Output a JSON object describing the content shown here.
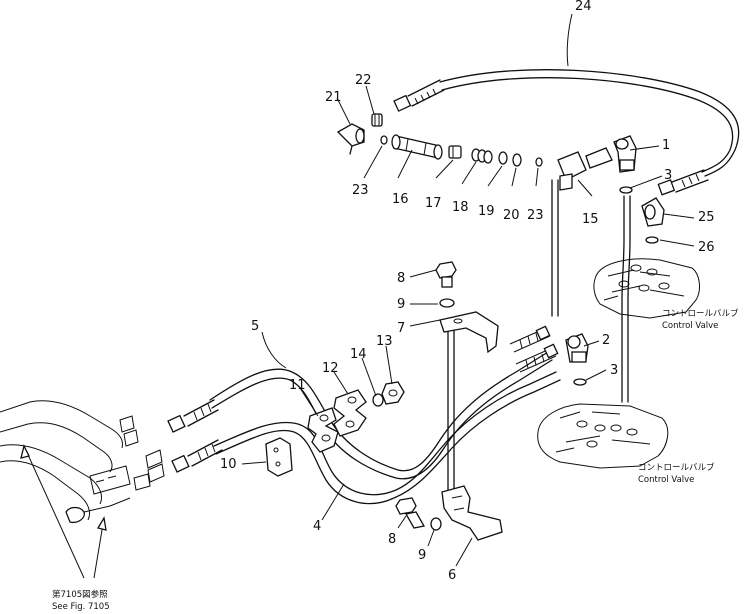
{
  "parts": [
    {
      "id": "p1",
      "label": "1"
    },
    {
      "id": "p2",
      "label": "2"
    },
    {
      "id": "p3a",
      "label": "3"
    },
    {
      "id": "p3b",
      "label": "3"
    },
    {
      "id": "p4",
      "label": "4"
    },
    {
      "id": "p5",
      "label": "5"
    },
    {
      "id": "p6",
      "label": "6"
    },
    {
      "id": "p7",
      "label": "7"
    },
    {
      "id": "p8a",
      "label": "8"
    },
    {
      "id": "p8b",
      "label": "8"
    },
    {
      "id": "p9a",
      "label": "9"
    },
    {
      "id": "p9b",
      "label": "9"
    },
    {
      "id": "p10",
      "label": "10"
    },
    {
      "id": "p11",
      "label": "11"
    },
    {
      "id": "p12",
      "label": "12"
    },
    {
      "id": "p13",
      "label": "13"
    },
    {
      "id": "p14",
      "label": "14"
    },
    {
      "id": "p15",
      "label": "15"
    },
    {
      "id": "p16",
      "label": "16"
    },
    {
      "id": "p17",
      "label": "17"
    },
    {
      "id": "p18",
      "label": "18"
    },
    {
      "id": "p19",
      "label": "19"
    },
    {
      "id": "p20",
      "label": "20"
    },
    {
      "id": "p21",
      "label": "21"
    },
    {
      "id": "p22",
      "label": "22"
    },
    {
      "id": "p23a",
      "label": "23"
    },
    {
      "id": "p23b",
      "label": "23"
    },
    {
      "id": "p24",
      "label": "24"
    },
    {
      "id": "p25",
      "label": "25"
    },
    {
      "id": "p26",
      "label": "26"
    }
  ],
  "control_valve_upper": {
    "jp": "コントロールバルブ",
    "en": "Control Valve"
  },
  "control_valve_lower": {
    "jp": "コントロールバルブ",
    "en": "Control Valve"
  },
  "reference_note": {
    "jp": "第7105図参照",
    "en": "See Fig. 7105"
  }
}
